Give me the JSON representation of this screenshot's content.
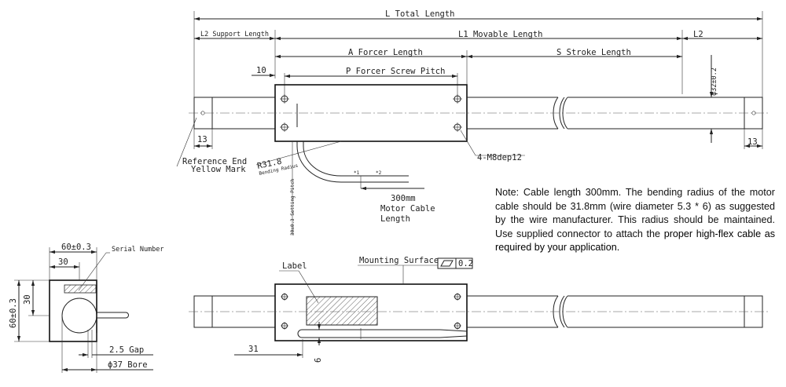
{
  "top_view": {
    "total_length": "L Total Length",
    "support_length": "L2 Support Length",
    "movable_length": "L1 Movable Length",
    "l2_right": "L2",
    "forcer_length": "A Forcer Length",
    "stroke_length": "S Stroke Length",
    "forcer_screw_pitch": "P Forcer Screw Pitch",
    "dim_10": "10",
    "dim_13_left": "13",
    "dim_13_right": "13",
    "diameter": "ϕ32±0.2",
    "holes": "4-M8dep12",
    "reference_end": "Reference End",
    "yellow_mark": "Yellow Mark",
    "bend_radius": "R31.8",
    "bending_radius_label": "Bending Radius",
    "setting_pitch": "30±0.3 Setting Pitch",
    "mark1": "*1",
    "mark2": "*2",
    "cable_len": "300mm",
    "motor_cable": "Motor Cable",
    "length_word": "Length"
  },
  "note": {
    "line1": "Note: Cable length 300mm. The bending radius of the motor cable should be 31.8mm (wire diameter 5.3 * 6) as suggested by the wire manufacturer. This radius should be maintained. Use supplied connector to attach the",
    "line2": "proper high-flex cable as required by your application."
  },
  "end_view": {
    "width": "60±0.3",
    "height": "60±0.3",
    "half_w": "30",
    "half_h": "30",
    "serial": "Serial Number",
    "gap": "2.5 Gap",
    "bore": "ϕ37 Bore"
  },
  "bottom_view": {
    "label": "Label",
    "mounting": "Mounting Surface",
    "flatness": "0.2",
    "dim_31": "31",
    "dim_6": "6"
  }
}
